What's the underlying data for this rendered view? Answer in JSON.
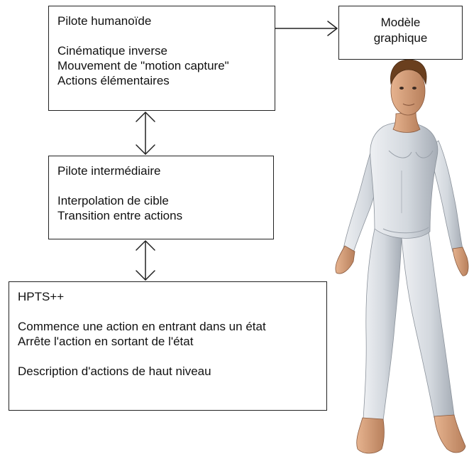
{
  "boxes": {
    "pilote_humanoide": {
      "title": "Pilote humanoïde",
      "lines": [
        "Cinématique inverse",
        "Mouvement de \"motion capture\"",
        "Actions élémentaires"
      ]
    },
    "pilote_intermediaire": {
      "title": "Pilote intermédiaire",
      "lines": [
        "Interpolation de cible",
        "Transition entre actions"
      ]
    },
    "hpts": {
      "title": "HPTS++",
      "lines": [
        "Commence une action en entrant dans un état",
        "Arrête l'action en sortant de l'état"
      ],
      "footer": "Description d'actions de haut niveau"
    },
    "modele_graphique": {
      "lines": [
        "Modèle",
        "graphique"
      ]
    }
  },
  "colors": {
    "stroke": "#222222",
    "body_fill": "#d9dde3",
    "body_shade": "#aeb4bd",
    "skin": "#d8a27e",
    "hair": "#6a3f1e"
  }
}
